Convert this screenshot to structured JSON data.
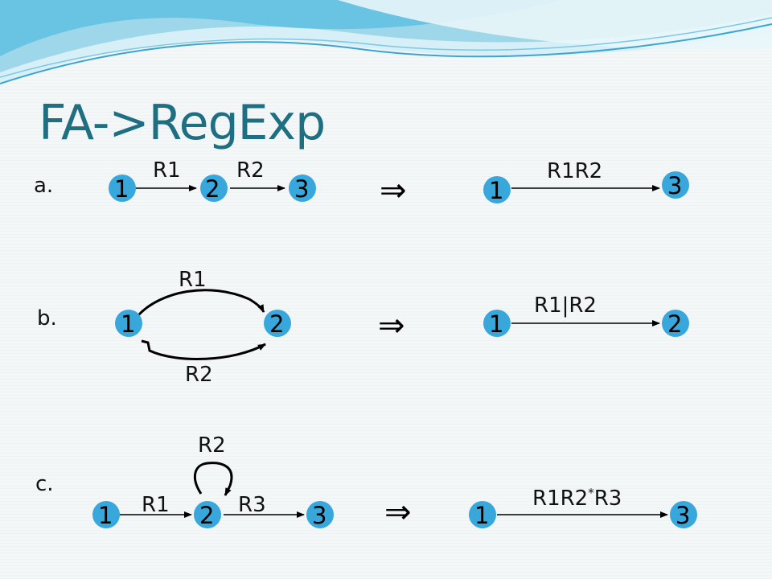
{
  "title": "FA->RegExp",
  "rows": [
    {
      "label": "a.",
      "left_nodes": [
        "1",
        "2",
        "3"
      ],
      "left_edges": [
        "R1",
        "R2"
      ],
      "implies": "⇒",
      "right_nodes": [
        "1",
        "3"
      ],
      "right_edge": "R1R2"
    },
    {
      "label": "b.",
      "left_nodes": [
        "1",
        "2"
      ],
      "left_edges": [
        "R1",
        "R2"
      ],
      "implies": "⇒",
      "right_nodes": [
        "1",
        "2"
      ],
      "right_edge": "R1|R2"
    },
    {
      "label": "c.",
      "left_nodes": [
        "1",
        "2",
        "3"
      ],
      "left_edges": [
        "R1",
        "R2",
        "R3"
      ],
      "implies": "⇒",
      "right_nodes": [
        "1",
        "3"
      ],
      "right_edge_parts": [
        "R1R2",
        "*",
        "R3"
      ]
    }
  ],
  "colors": {
    "title": "#1f6f82",
    "node_fill": "#38a8dc",
    "wave_light": "#bfe6f2",
    "wave_dark": "#4fb3d9"
  }
}
